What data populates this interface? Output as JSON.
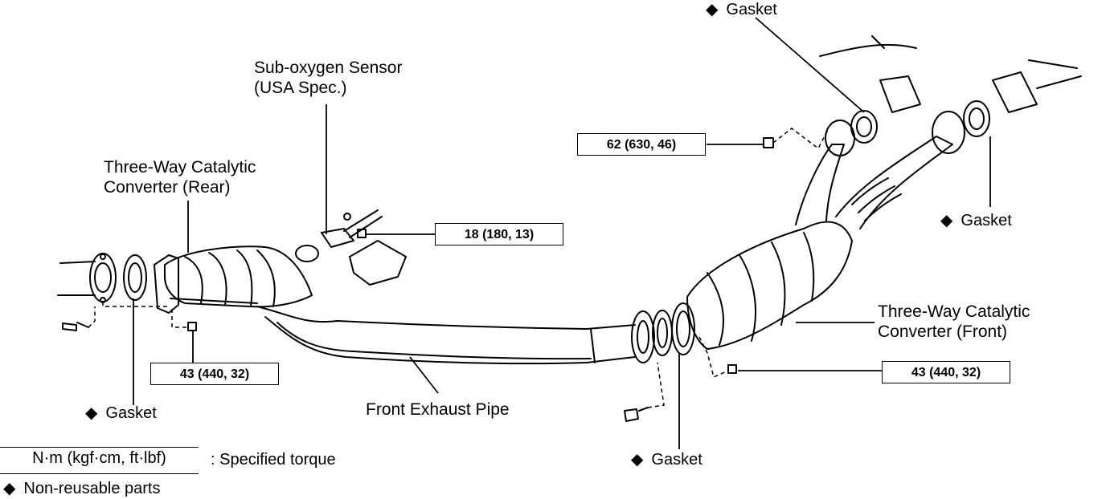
{
  "labels": {
    "sub_oxygen_sensor": [
      "Sub-oxygen Sensor",
      "(USA Spec.)"
    ],
    "converter_rear": [
      "Three-Way Catalytic",
      "Converter (Rear)"
    ],
    "converter_front": [
      "Three-Way Catalytic",
      "Converter (Front)"
    ],
    "front_exhaust_pipe": "Front Exhaust Pipe",
    "gasket": "Gasket"
  },
  "torque": {
    "t62": "62 (630, 46)",
    "t18": "18 (180, 13)",
    "t43_rear": "43 (440, 32)",
    "t43_front": "43 (440, 32)"
  },
  "legend": {
    "unit": "N·m (kgf·cm, ft·lbf)",
    "unit_desc": ":  Specified torque",
    "symbol": "◆",
    "non_reusable": "Non-reusable parts"
  }
}
